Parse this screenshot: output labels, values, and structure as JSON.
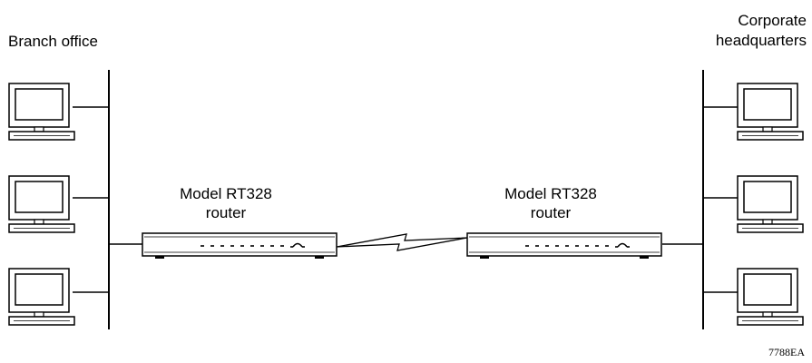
{
  "left_site": {
    "label": "Branch office"
  },
  "right_site": {
    "label_line1": "Corporate",
    "label_line2": "headquarters"
  },
  "left_router": {
    "label_line1": "Model RT328",
    "label_line2": "router"
  },
  "right_router": {
    "label_line1": "Model RT328",
    "label_line2": "router"
  },
  "figure_id": "7788EA",
  "icons": {
    "computer": "computer-icon",
    "router": "router-icon",
    "wan_link": "lightning-link-icon"
  },
  "colors": {
    "line": "#000000",
    "background": "#ffffff",
    "device_fill": "#ffffff"
  }
}
